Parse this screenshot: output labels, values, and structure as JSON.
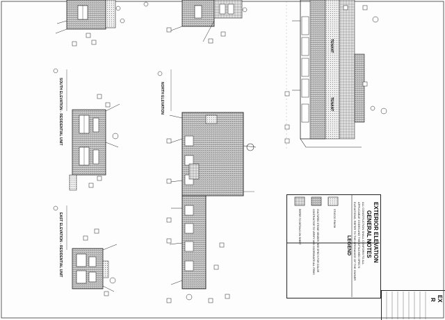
{
  "sheet": {
    "notes_title_1": "EXTERIOR ELEVATION",
    "notes_title_2": "GENERAL NOTES",
    "notes_body": [
      "ALL CONSTRUCTION SHALL CONFORM TO ALL",
      "APPLICABLE CODES AND THE ATTACHED SPEC'S",
      "ELEVATIONS. REFER TO THE ORDINANCE OF THE OWNER"
    ],
    "legend_title": "LEGEND",
    "legend_items": [
      "STUCCO FINISH",
      "CULTURED STONE VENEER, SEE SPEC'S FOR COLOR",
      "CONTRACTOR TO VERIFY AND COORDINATE ALL ITEMS",
      "REFER TO DETAILS ON SHEET"
    ],
    "labels": {
      "north_elevation": "NORTH ELEVATION",
      "south_elevation": "SOUTH ELEVATION - RESIDENTIAL UNIT",
      "east_elevation": "EAST ELEVATION - RESIDENTIAL UNIT",
      "tenant_1": "TENANT",
      "tenant_2": "TENANT",
      "corner_1": "EX",
      "corner_2": "R"
    }
  }
}
